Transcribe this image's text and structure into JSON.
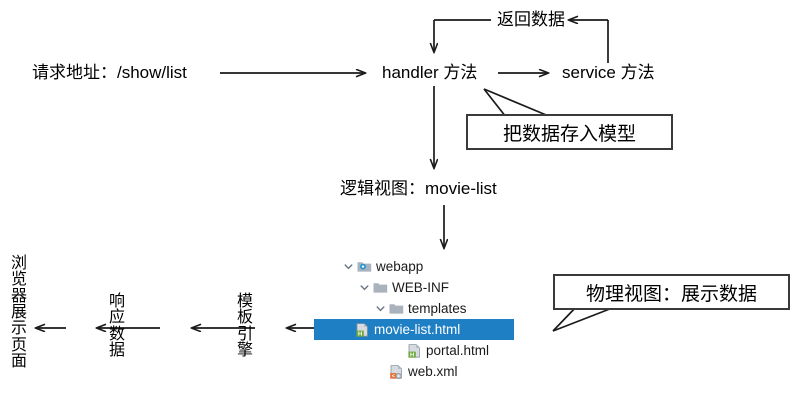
{
  "diagram": {
    "title": "Spring MVC request flow diagram",
    "nodes": {
      "request": "请求地址：/show/list",
      "handler": "handler 方法",
      "service": "service 方法",
      "return_data": "返回数据",
      "logical_view": "逻辑视图：movie-list"
    },
    "callouts": [
      {
        "name": "store-data-in-model",
        "text": "把数据存入模型"
      },
      {
        "name": "physical-view",
        "text": "物理视图：展示数据"
      }
    ],
    "flow_labels": [
      {
        "name": "browser-render-page",
        "text": "浏览器展示页面"
      },
      {
        "name": "response-data",
        "text": "响应数据"
      },
      {
        "name": "template-engine",
        "text": "模板引擎"
      }
    ]
  },
  "file_tree": {
    "selected": "movie-list.html",
    "rows": [
      {
        "name": "webapp",
        "kind": "web-folder",
        "depth": 0,
        "expanded": true,
        "selected": false
      },
      {
        "name": "WEB-INF",
        "kind": "folder",
        "depth": 1,
        "expanded": true,
        "selected": false
      },
      {
        "name": "templates",
        "kind": "folder",
        "depth": 2,
        "expanded": true,
        "selected": false
      },
      {
        "name": "movie-list.html",
        "kind": "html-file",
        "depth": 3,
        "expanded": false,
        "selected": true
      },
      {
        "name": "portal.html",
        "kind": "html-file",
        "depth": 3,
        "expanded": false,
        "selected": false
      },
      {
        "name": "web.xml",
        "kind": "xml-file",
        "depth": 2,
        "expanded": false,
        "selected": false
      }
    ]
  },
  "colors": {
    "selection_blue": "#1e7fc4",
    "folder_grey": "#a9b2bd",
    "html_badge_green": "#6ea93f",
    "xml_badge_orange": "#e8703a",
    "line_black": "#1a1a1a",
    "box_border": "#3a3a3a"
  }
}
